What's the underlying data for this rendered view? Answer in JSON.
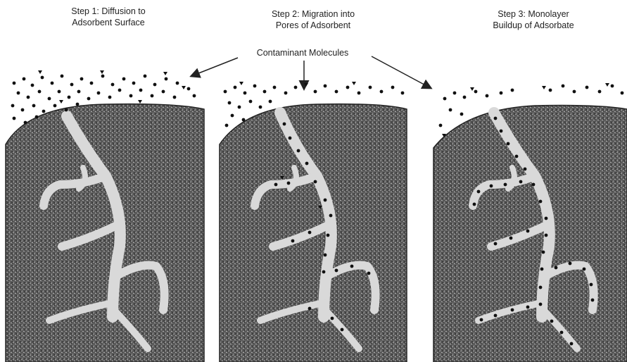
{
  "steps": [
    {
      "line1": "Step 1: Diffusion to",
      "line2": "Adsorbent Surface"
    },
    {
      "line1": "Step 2: Migration into",
      "line2": "Pores of Adsorbent"
    },
    {
      "line1": "Step 3: Monolayer",
      "line2": "Buildup of Adsorbate"
    }
  ],
  "callout": "Contaminant Molecules",
  "colors": {
    "granule": "#4a4a4a",
    "pore": "#d9d9d9",
    "molecule": "#111111"
  }
}
